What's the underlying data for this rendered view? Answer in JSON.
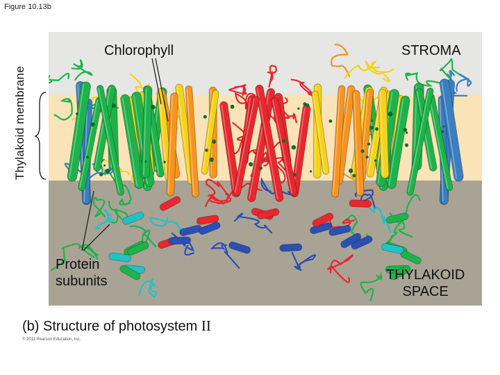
{
  "figure_label": "Figure 10.13b",
  "labels": {
    "thylakoid_membrane": "Thylakoid membrane",
    "chlorophyll": "Chlorophyll",
    "stroma": "STROMA",
    "protein_line1": "Protein",
    "protein_line2": "subunits",
    "thylakoid_space_line1": "THYLAKOID",
    "thylakoid_space_line2": "SPACE"
  },
  "caption": {
    "text": "(b) Structure of photosystem",
    "roman": "II"
  },
  "copyright": "© 2011 Pearson Education, Inc.",
  "colors": {
    "stroma_region": "#e6e6e4",
    "membrane_region": "#fbe3b8",
    "lumen_region": "#a8a395",
    "protein_palette": [
      "#e8272f",
      "#1db34a",
      "#f7941e",
      "#f5d21b",
      "#3a7fc1",
      "#2c4fb4",
      "#22c1c7",
      "#c5398f",
      "#7c6bd1"
    ]
  }
}
